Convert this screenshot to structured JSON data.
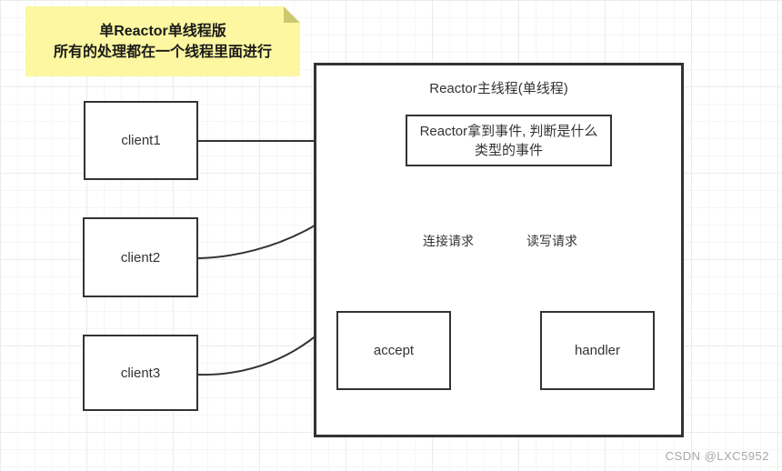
{
  "note": {
    "line1": "单Reactor单线程版",
    "line2": "所有的处理都在一个线程里面进行"
  },
  "clients": [
    {
      "label": "client1"
    },
    {
      "label": "client2"
    },
    {
      "label": "client3"
    }
  ],
  "container": {
    "title": "Reactor主线程(单线程)"
  },
  "dispatcher": {
    "text": "Reactor拿到事件, 判断是什么类型的事件"
  },
  "edges": {
    "left_label": "连接请求",
    "right_label": "读写请求"
  },
  "nodes": {
    "accept": "accept",
    "handler": "handler"
  },
  "watermark": "CSDN @LXC5952",
  "colors": {
    "stroke": "#333333",
    "note_fill": "#fcf7a0",
    "note_fold": "#ccc86e",
    "grid_minor": "#f6f6f6",
    "grid_major": "#ebebeb",
    "watermark_text": "#a8a8a8"
  }
}
